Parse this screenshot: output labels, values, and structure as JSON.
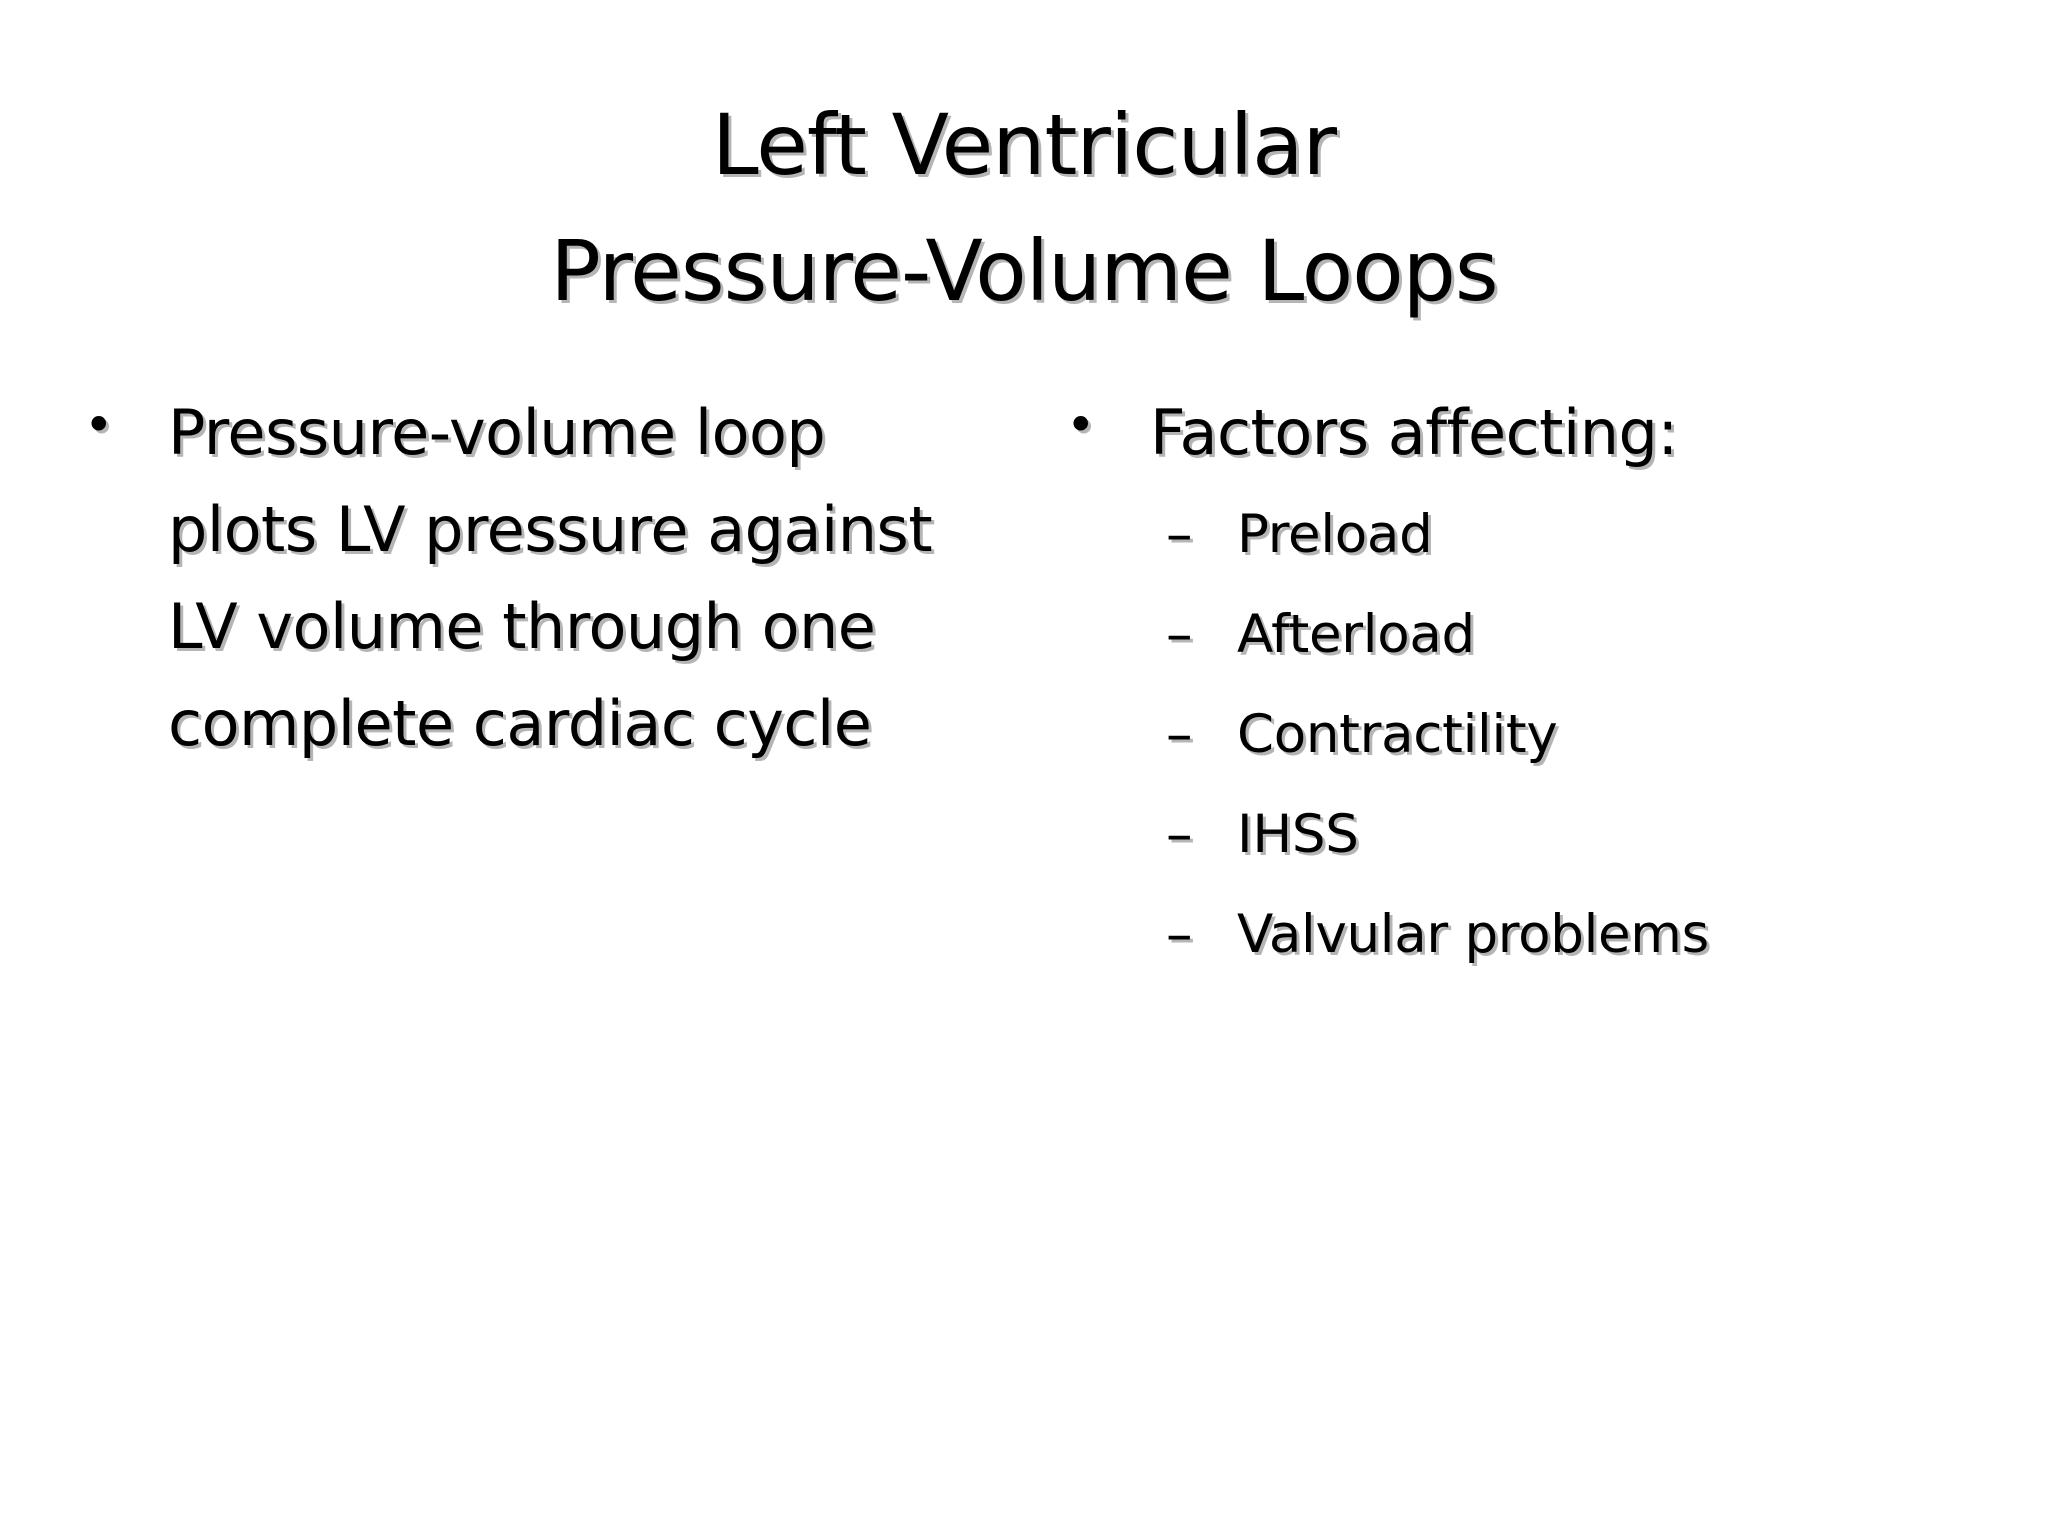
{
  "slide": {
    "title_line1": "Left Ventricular",
    "title_line2": "Pressure-Volume Loops",
    "left_bullet": {
      "marker": "•",
      "lines": [
        "Pressure-volume loop",
        "plots LV pressure against",
        "LV volume through one",
        "complete cardiac cycle"
      ]
    },
    "right_bullet": {
      "marker": "•",
      "text": "Factors affecting:",
      "sub_marker": "–",
      "sub_items": [
        "Preload",
        "Afterload",
        "Contractility",
        "IHSS",
        "Valvular problems"
      ]
    },
    "colors": {
      "background": "#ffffff",
      "text": "#000000",
      "shadow": "#b5b5b5"
    }
  }
}
